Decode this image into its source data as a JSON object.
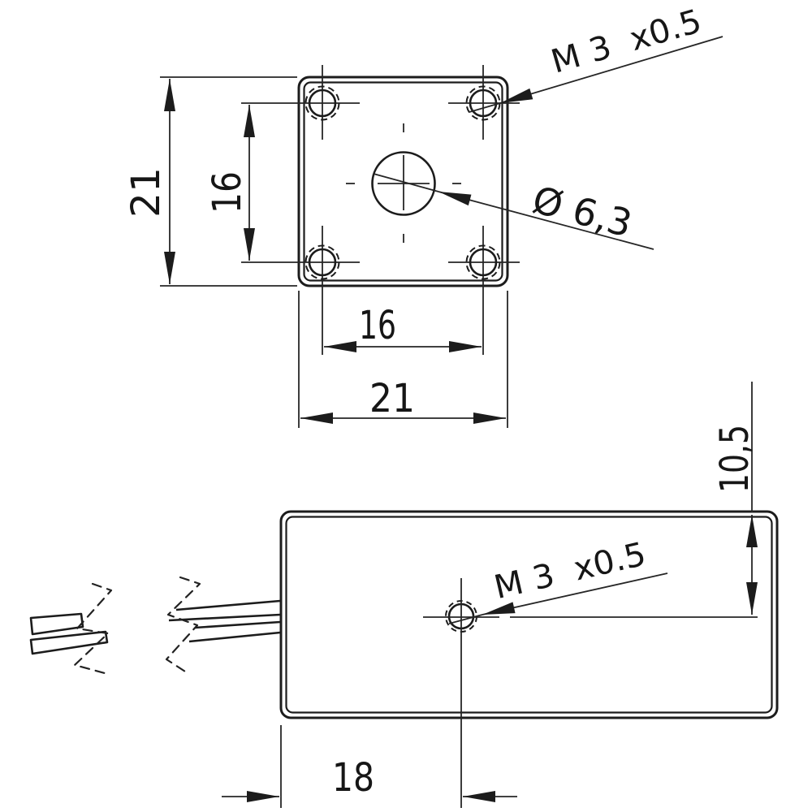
{
  "drawing": {
    "background": "#ffffff",
    "line_color": "#1c1c1c",
    "top": {
      "dim_left_overall": "21",
      "dim_left_holes": "16",
      "dim_bottom_holes": "16",
      "dim_bottom_overall": "21",
      "thread_label": "M 3  x0.5",
      "center_hole_label": "Ø 6,3"
    },
    "side": {
      "dim_top_offset": "10,5",
      "dim_left_offset": "18",
      "thread_label": "M 3  x0.5"
    }
  }
}
